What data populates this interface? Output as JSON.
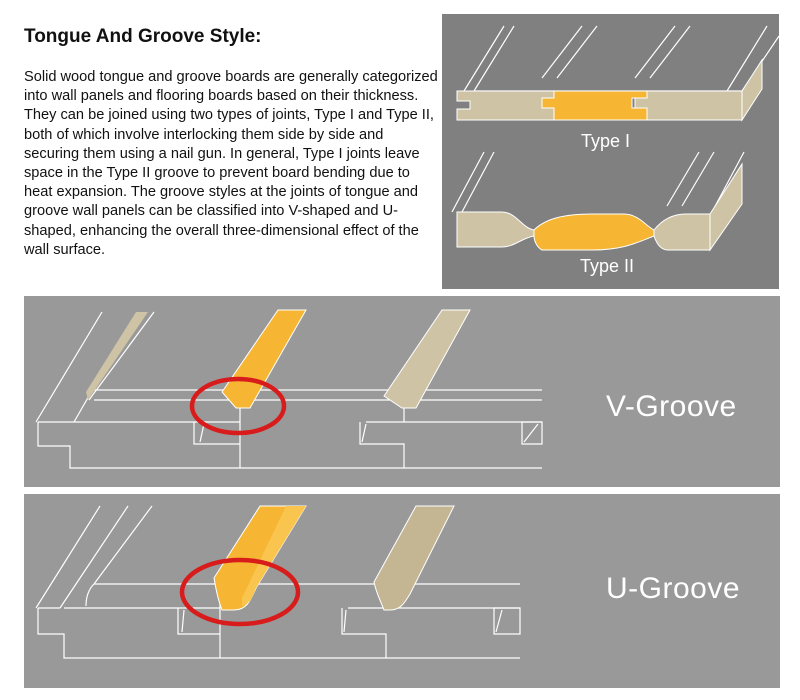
{
  "heading": "Tongue And Groove Style:",
  "description": "Solid wood tongue and groove boards are generally categorized into wall panels and flooring boards based on their thickness. They can be joined using two types of joints, Type I and Type II, both of which involve interlocking them side by side and securing them using a nail gun. In general, Type I joints leave space in the Type II groove to prevent board bending due to heat expansion. The groove styles at the joints of tongue and groove wall panels can be classified into V-shaped and U-shaped, enhancing the overall three-dimensional effect of the wall surface.",
  "joint_types": {
    "type1_label": "Type I",
    "type2_label": "Type II"
  },
  "groove_styles": {
    "v_label": "V-Groove",
    "u_label": "U-Groove"
  },
  "colors": {
    "board_beige": "#cfc3a6",
    "board_orange": "#f6b532",
    "highlight_red": "#d81b1b"
  }
}
